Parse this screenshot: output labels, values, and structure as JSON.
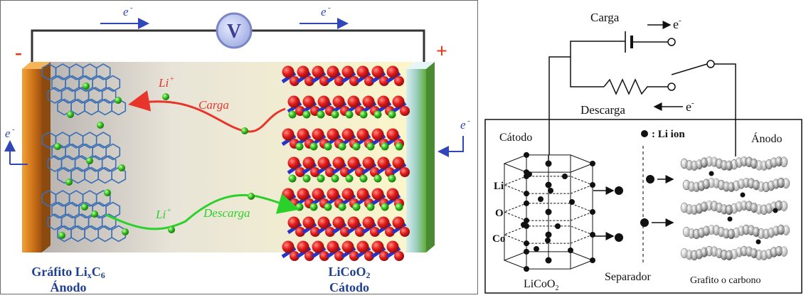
{
  "left": {
    "electron_top_left": "e",
    "electron_top_right": "e",
    "electron_sup": "-",
    "voltmeter": "V",
    "minus": "-",
    "plus": "+",
    "electron_side_left": "e",
    "electron_side_right": "e",
    "li_ion_top": "Li",
    "li_ion_bottom": "Li",
    "li_sup": "+",
    "charge_label": "Carga",
    "discharge_label": "Descarga",
    "anode_material": "Gráfito Li",
    "anode_material_sub1": "x",
    "anode_material_c": "C",
    "anode_material_sub2": "6",
    "anode_label": "Ánodo",
    "cathode_material": "LiCoO",
    "cathode_material_sub": "2",
    "cathode_label": "Cátodo",
    "colors": {
      "anode": "#e08a1e",
      "cathode_collector": "#9fd0c8",
      "charge": "#e8352b",
      "discharge": "#2bd12b",
      "graphite": "#3b6fb5",
      "label_blue": "#1f3f8f"
    }
  },
  "right": {
    "charge_label": "Carga",
    "discharge_label": "Descarga",
    "electron_top": "e",
    "electron_bottom": "e",
    "electron_sup": "-",
    "cathode_label": "Cátodo",
    "anode_label": "Ánodo",
    "li_ion_legend": ": Li ion",
    "atom_li": "Li",
    "atom_o": "O",
    "atom_co": "Co",
    "cathode_material": "LiCoO",
    "cathode_material_sub": "2",
    "separator_label": "Separador",
    "anode_material": "Grafito o carbono"
  }
}
